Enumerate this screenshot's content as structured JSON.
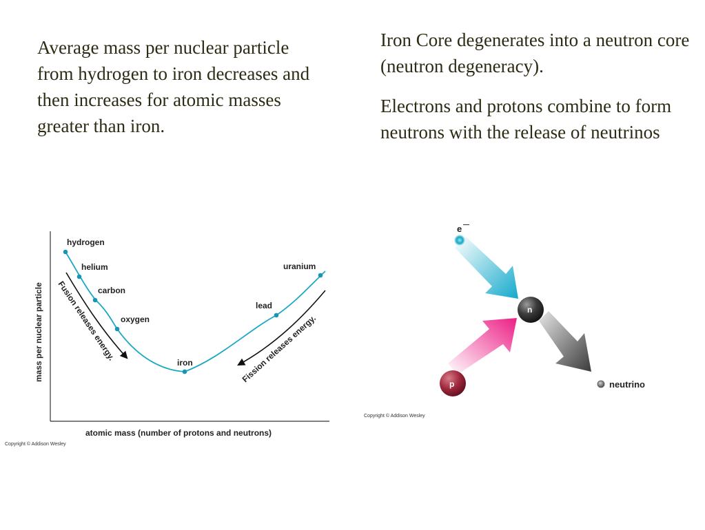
{
  "slide": {
    "left_paragraph": "Average mass per nuclear particle from hydrogen to iron decreases and then increases for atomic masses greater than iron.",
    "right_paragraph_1": "Iron Core degenerates into a neutron core (neutron degeneracy).",
    "right_paragraph_2": "Electrons and protons combine to form neutrons with the release of neutrinos"
  },
  "curve": {
    "ylabel": "mass per nuclear particle",
    "xlabel": "atomic mass (number of protons and neutrons)",
    "points": [
      {
        "label": "hydrogen"
      },
      {
        "label": "helium"
      },
      {
        "label": "carbon"
      },
      {
        "label": "oxygen"
      },
      {
        "label": "iron"
      },
      {
        "label": "lead"
      },
      {
        "label": "uranium"
      }
    ],
    "fusion_arrow_label": "Fusion releases energy.",
    "fission_arrow_label": "Fission releases energy.",
    "copyright": "Copyright © Addison Wesley",
    "colors": {
      "curve": "#1aa7c4",
      "point": "#1696b3",
      "axis": "#333333",
      "arrow": "#111111"
    }
  },
  "reaction": {
    "electron_label": "e",
    "electron_charge": "—",
    "neutron_label": "n",
    "proton_label": "p",
    "neutrino_label": "neutrino",
    "copyright": "Copyright © Addison Wesley",
    "colors": {
      "electron": "#1ab0c9",
      "proton": "#e8258a",
      "neutron": "#333333"
    }
  }
}
